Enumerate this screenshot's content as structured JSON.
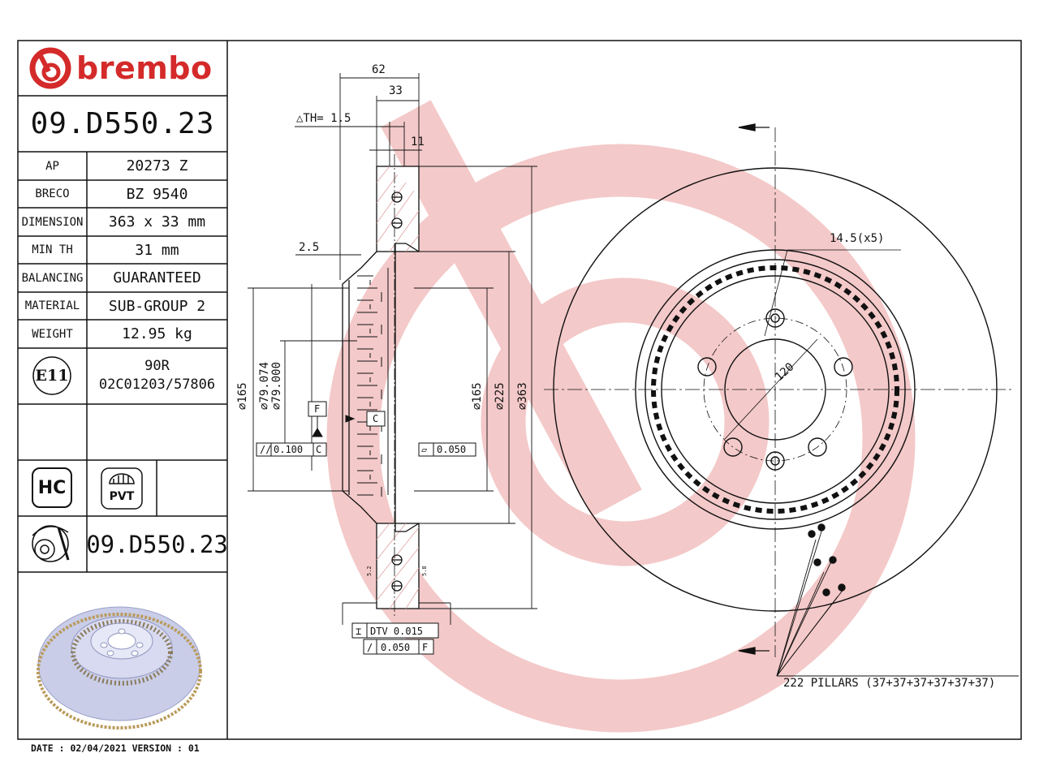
{
  "brand": {
    "name": "brembo"
  },
  "part_number": "09.D550.23",
  "spec_table": [
    {
      "label": "AP",
      "value": "20273 Z"
    },
    {
      "label": "BRECO",
      "value": "BZ 9540"
    },
    {
      "label": "DIMENSION",
      "value": "363 x 33 mm"
    },
    {
      "label": "MIN TH",
      "value": "31 mm"
    },
    {
      "label": "BALANCING",
      "value": "GUARANTEED"
    },
    {
      "label": "MATERIAL",
      "value": "SUB-GROUP 2"
    },
    {
      "label": "WEIGHT",
      "value": "12.95 kg"
    }
  ],
  "approval": {
    "mark": "E11",
    "line1": "90R",
    "line2": "02C01203/57806"
  },
  "badges": {
    "hc": "HC",
    "pvt": "PVT"
  },
  "footer": {
    "text": "DATE : 02/04/2021 VERSION : 01"
  },
  "section_dims": {
    "overall_width": "62",
    "disc_width": "33",
    "th": "△TH= 1.5",
    "vane_width": "11",
    "hat_step": "2.5",
    "d165_left": "⌀165",
    "d79": "⌀79.074",
    "d79b": "⌀79.000",
    "d165_right": "⌀165",
    "d225": "⌀225",
    "d363": "⌀363",
    "datum_f": "F",
    "datum_c": "C",
    "runout_left": "0.100",
    "runout_left_ref": "C",
    "flatness": "0.050",
    "dtv": "DTV 0.015",
    "parallel": "0.050",
    "parallel_ref": "F",
    "small_left": "5.2",
    "small_right": "5.8"
  },
  "face_dims": {
    "holes": "14.5(x5)",
    "pcd": "120",
    "pillars": "222 PILLARS (37+37+37+37+37+37)"
  },
  "colors": {
    "brand_red": "#d42a2a",
    "watermark": "#f3c6c6",
    "line": "#111111"
  }
}
